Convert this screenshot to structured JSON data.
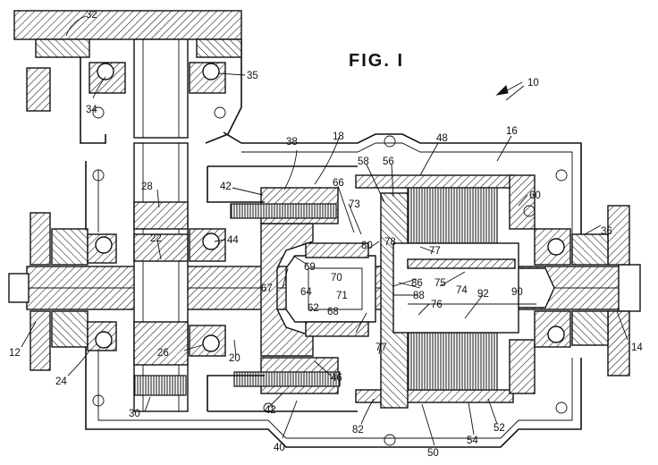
{
  "figure": {
    "title": "FIG. I",
    "labels": [
      "10",
      "12",
      "14",
      "16",
      "18",
      "20",
      "22",
      "24",
      "26",
      "28",
      "30",
      "32",
      "34",
      "35",
      "36",
      "38",
      "40",
      "42",
      "42",
      "44",
      "46",
      "48",
      "50",
      "52",
      "54",
      "56",
      "58",
      "60",
      "62",
      "64",
      "66",
      "67",
      "68",
      "69",
      "70",
      "71",
      "73",
      "74",
      "75",
      "76",
      "77",
      "77",
      "78",
      "80",
      "82",
      "86",
      "88",
      "90",
      "92"
    ]
  },
  "colors": {
    "ink": "#111111",
    "paper": "#ffffff"
  }
}
